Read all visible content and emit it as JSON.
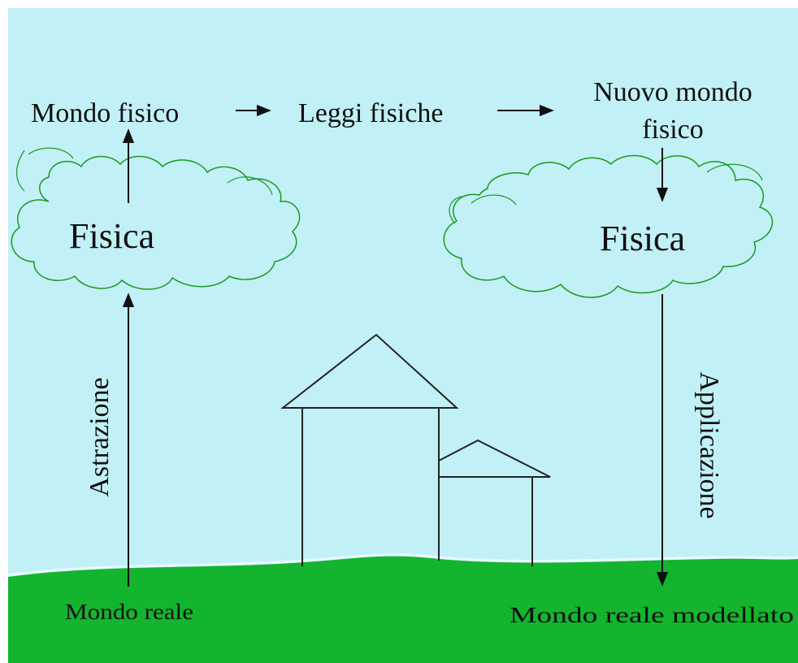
{
  "labels": {
    "mondo_fisico": "Mondo fisico",
    "leggi_fisiche": "Leggi fisiche",
    "nuovo_mondo_line1": "Nuovo mondo",
    "nuovo_mondo_line2": "fisico",
    "fisica_left": "Fisica",
    "fisica_right": "Fisica",
    "astrazione": "Astrazione",
    "applicazione": "Applicazione",
    "mondo_reale": "Mondo reale",
    "mondo_reale_modellato": "Mondo reale modellato"
  },
  "colors": {
    "sky": "#c2f0f7",
    "ground": "#13b42e",
    "cloud_outline": "#1b9a1b",
    "ink": "#111111"
  }
}
